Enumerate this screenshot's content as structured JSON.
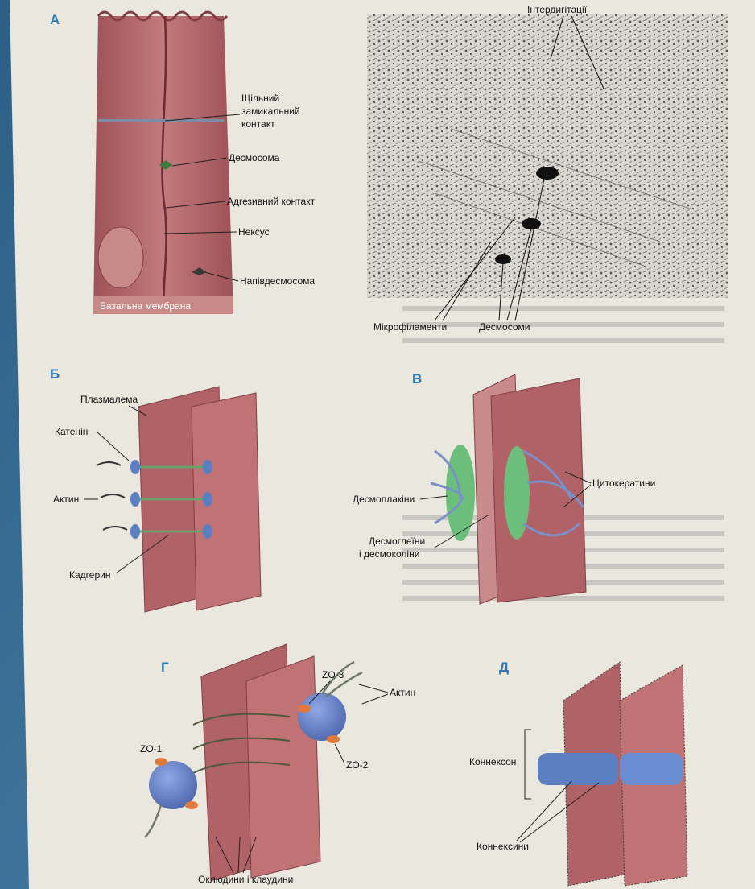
{
  "panels": {
    "a": {
      "letter": "А",
      "labels": {
        "tight_junction": [
          "Щільний",
          "замикальний",
          "контакт"
        ],
        "desmosome": "Десмосома",
        "adherens": "Адгезивний контакт",
        "nexus": "Нексус",
        "hemidesmosome": "Напівдесмосома",
        "basal_membrane": "Базальна мембрана"
      }
    },
    "micro": {
      "labels": {
        "interdigitations": "Інтердигітації",
        "microfilaments": "Мікрофіламенти",
        "desmosomes": "Десмосоми"
      }
    },
    "b": {
      "letter": "Б",
      "labels": {
        "plasmalemma": "Плазмалема",
        "catenin": "Катенін",
        "actin": "Актин",
        "cadherin": "Кадгерин"
      }
    },
    "v": {
      "letter": "В",
      "labels": {
        "cytokeratins": "Цитокератини",
        "desmoplakins": "Десмоплакіни",
        "desmogleins": [
          "Десмоглеїни",
          "і десмоколіни"
        ]
      }
    },
    "g": {
      "letter": "Г",
      "labels": {
        "zo3": "ZO-3",
        "zo1": "ZO-1",
        "zo2": "ZO-2",
        "actin": "Актин",
        "occludins": "Оклюдини і клаудини"
      }
    },
    "d": {
      "letter": "Д",
      "labels": {
        "connexon": "Коннексон",
        "connexins": "Коннексини"
      }
    }
  },
  "colors": {
    "page": "#e9e6dc",
    "cell": "#b8686c",
    "cell_dark": "#8e4a50",
    "panel_letter": "#2a7ab8",
    "blue_protein": "#5b7fc0",
    "green_protein": "#6bbf7a",
    "orange_protein": "#e07a3c"
  }
}
